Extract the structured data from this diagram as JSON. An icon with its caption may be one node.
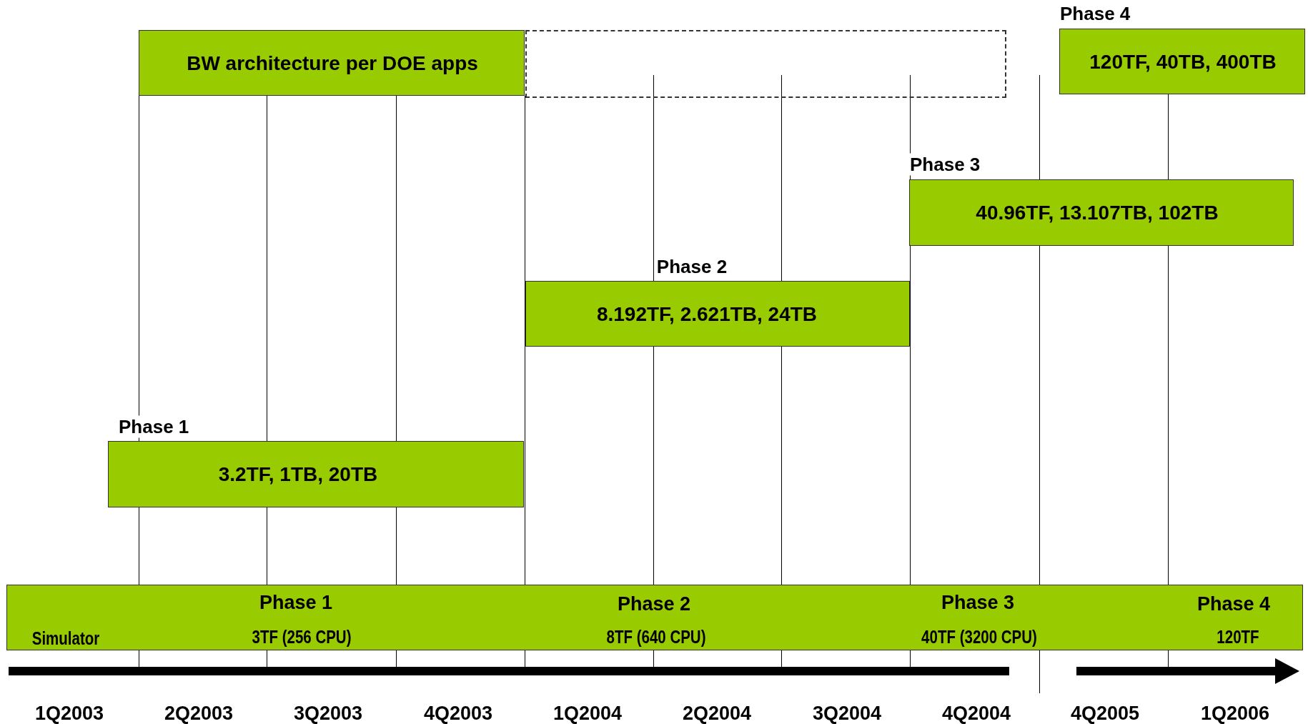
{
  "diagram": {
    "nodes": [
      {
        "text": [
          "BW architecture per DOE apps"
        ]
      },
      {
        "text": [],
        "shape": "box"
      },
      {
        "text": [
          "Phase 4",
          "120TF, 40TB, 400TB"
        ]
      },
      {
        "text": [
          "Phase 3",
          "40.96TF, 13.107TB, 102TB"
        ]
      },
      {
        "text": [
          "Phase 2",
          "8.192TF, 2.621TB, 24TB"
        ]
      },
      {
        "text": [
          "Phase 1",
          "3.2TF, 1TB, 20TB"
        ]
      },
      {
        "text": [
          "Simulator",
          "Phase 1",
          "3TF (256 CPU)",
          "Phase 2",
          "8TF (640 CPU)",
          "Phase 3",
          "40TF (3200 CPU)",
          "Phase 4",
          "120TF"
        ]
      }
    ],
    "edges": [],
    "labels": [
      "1Q2003",
      "2Q2003",
      "3Q2003",
      "4Q2003",
      "1Q2004",
      "2Q2004",
      "3Q2004",
      "4Q2004",
      "4Q2005",
      "1Q2006"
    ]
  }
}
